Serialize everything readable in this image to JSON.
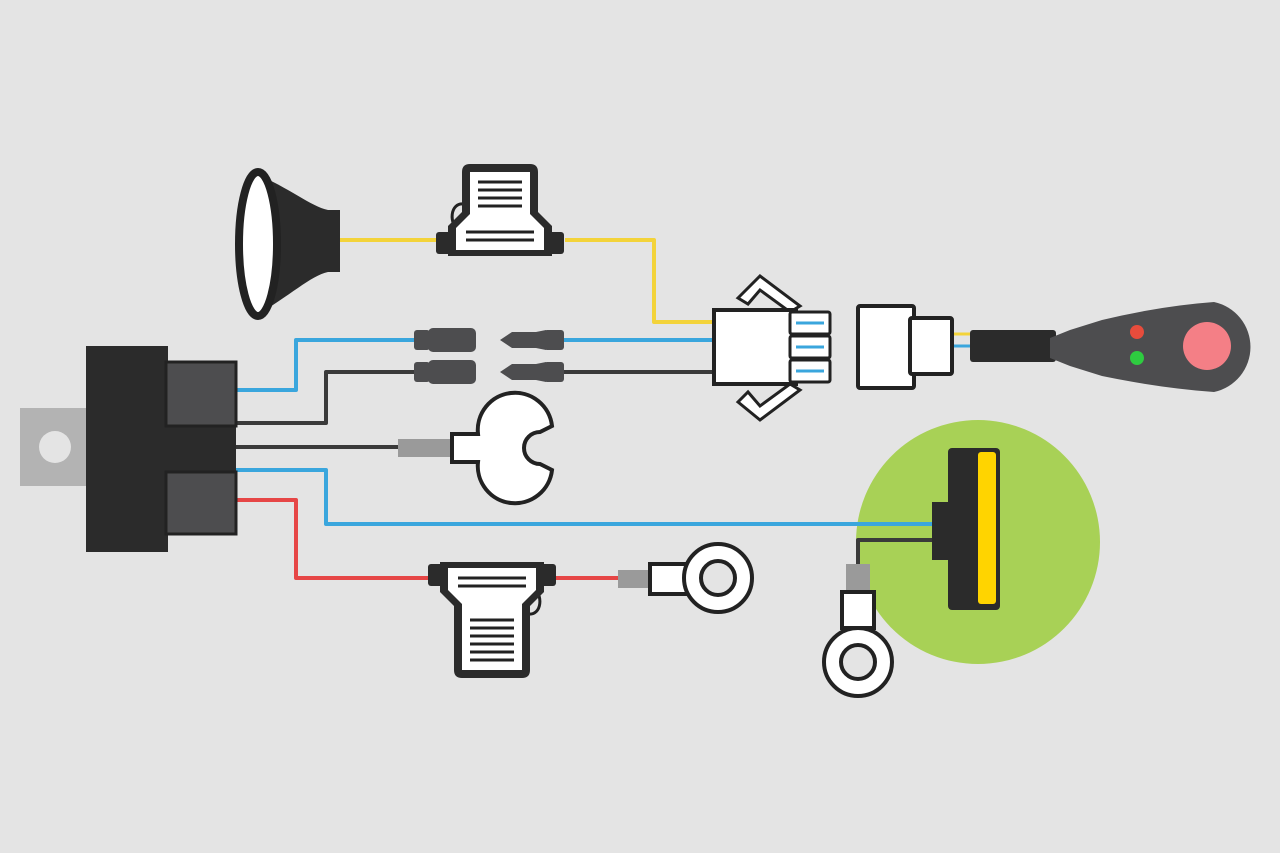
{
  "diagram": {
    "colors": {
      "background": "#e4e4e4",
      "dark": "#2b2b2b",
      "housing": "#4d4d4f",
      "outline": "#222222",
      "yellow_wire": "#f3d33a",
      "blue_wire": "#3aa6dd",
      "black_wire": "#3a3a3a",
      "red_wire": "#e64646",
      "terminal_fill": "#ffffff",
      "terminal_crimp": "#9a9a9a",
      "mount_tab": "#b3b3b3",
      "ground_highlight": "#a8d156",
      "led_strip": "#ffd400",
      "switch_red": "#f47f86",
      "switch_led_red": "#e74c3c",
      "switch_led_green": "#2ecc40"
    },
    "components": [
      {
        "id": "relay",
        "icon": "relay-icon"
      },
      {
        "id": "headlight",
        "icon": "spotlight-icon"
      },
      {
        "id": "fuse-holder-yellow",
        "icon": "blade-fuse-holder-icon"
      },
      {
        "id": "fuse-holder-red",
        "icon": "blade-fuse-holder-icon"
      },
      {
        "id": "connector-plug",
        "icon": "three-pin-connector-icon"
      },
      {
        "id": "connector-socket",
        "icon": "connector-socket-icon"
      },
      {
        "id": "rocker-switch",
        "icon": "push-switch-icon"
      },
      {
        "id": "bullet-connectors",
        "icon": "bullet-connector-icon"
      },
      {
        "id": "fork-terminal",
        "icon": "fork-terminal-icon"
      },
      {
        "id": "ring-terminal-battery",
        "icon": "ring-terminal-icon"
      },
      {
        "id": "ring-terminal-ground",
        "icon": "ring-terminal-icon"
      },
      {
        "id": "led-indicator",
        "icon": "led-strip-icon"
      }
    ],
    "wires": [
      "yellow",
      "blue",
      "black",
      "red"
    ]
  }
}
